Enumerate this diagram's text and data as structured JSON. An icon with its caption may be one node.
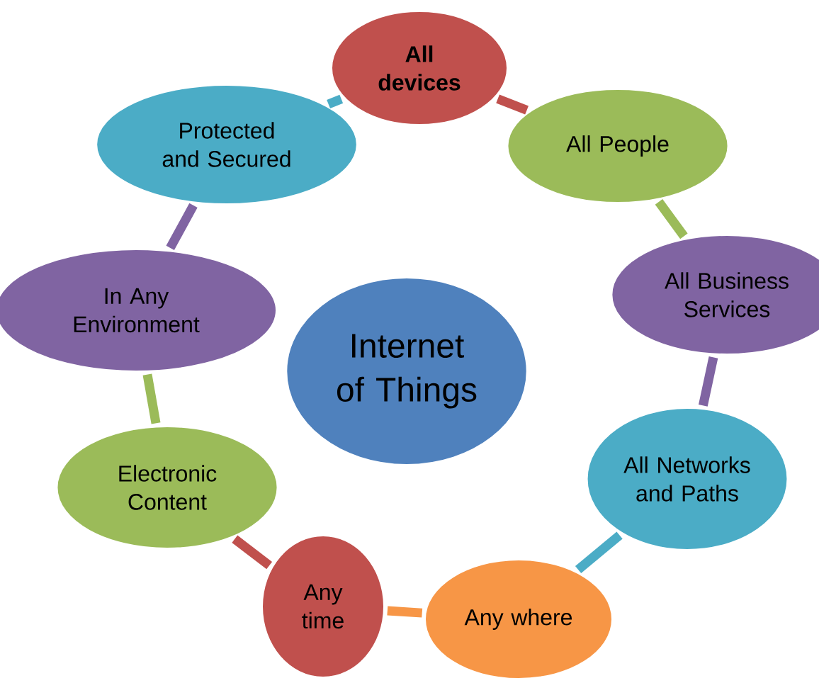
{
  "diagram": {
    "nodes": [
      {
        "text": [
          "Internet of Things"
        ]
      },
      {
        "text": [
          "All devices"
        ]
      },
      {
        "text": [
          "All People"
        ]
      },
      {
        "text": [
          "All Business Services"
        ]
      },
      {
        "text": [
          "All Networks and Paths"
        ]
      },
      {
        "text": [
          "Any where"
        ]
      },
      {
        "text": [
          "Any time"
        ]
      },
      {
        "text": [
          "Electronic Content"
        ]
      },
      {
        "text": [
          "In Any Environment"
        ]
      },
      {
        "text": [
          "Protected and Secured"
        ]
      }
    ],
    "edges": [
      {
        "from": 1,
        "to": 2,
        "arrow": "none",
        "color": "#c0504d"
      },
      {
        "from": 2,
        "to": 3,
        "arrow": "none",
        "color": "#9bbb59"
      },
      {
        "from": 3,
        "to": 4,
        "arrow": "none",
        "color": "#8064a2"
      },
      {
        "from": 4,
        "to": 5,
        "arrow": "none",
        "color": "#4bacc6"
      },
      {
        "from": 5,
        "to": 6,
        "arrow": "none",
        "color": "#f79646"
      },
      {
        "from": 6,
        "to": 7,
        "arrow": "none",
        "color": "#c0504d"
      },
      {
        "from": 7,
        "to": 8,
        "arrow": "none",
        "color": "#9bbb59"
      },
      {
        "from": 8,
        "to": 9,
        "arrow": "none",
        "color": "#8064a2"
      },
      {
        "from": 9,
        "to": 1,
        "arrow": "none",
        "color": "#4bacc6"
      }
    ]
  }
}
